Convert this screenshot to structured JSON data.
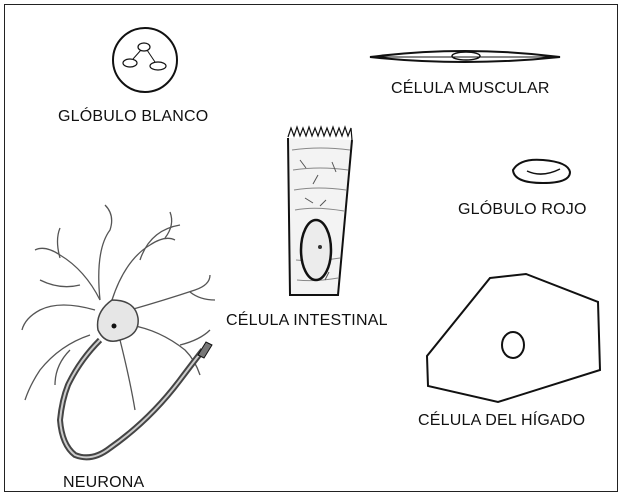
{
  "labels": {
    "globulo_blanco": "GLÓBULO BLANCO",
    "celula_muscular": "CÉLULA MUSCULAR",
    "globulo_rojo": "GLÓBULO ROJO",
    "celula_intestinal": "CÉLULA INTESTINAL",
    "neurona": "NEURONA",
    "celula_higado": "CÉLULA DEL HÍGADO"
  },
  "colors": {
    "stroke": "#111111",
    "background": "#ffffff"
  }
}
